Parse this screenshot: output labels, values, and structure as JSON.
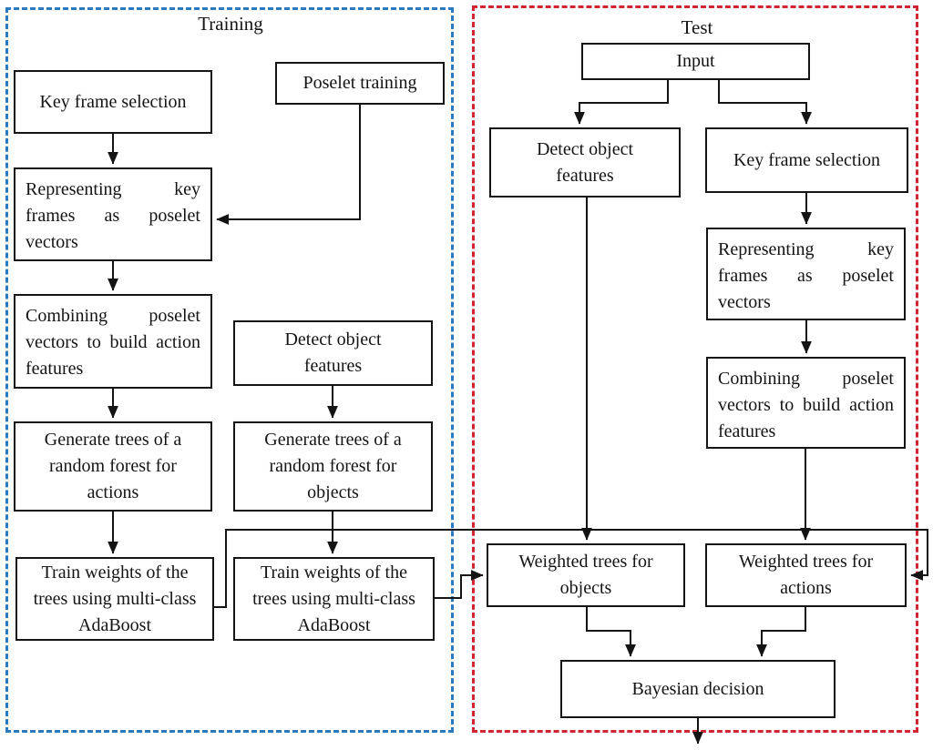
{
  "colors": {
    "training_border": "#2b7abf",
    "test_border": "#cf2631",
    "box_border": "#141414",
    "text": "#141414",
    "line": "#141414",
    "background": "#ffffff"
  },
  "panels": {
    "training": {
      "title": "Training"
    },
    "test": {
      "title": "Test"
    }
  },
  "nodes": {
    "training": {
      "key_frame_selection": "Key frame selection",
      "poselet_training": "Poselet training",
      "representing": "Representing key frames as poselet vectors",
      "combining": "Combining poselet vectors to build action features",
      "detect_object": "Detect object features",
      "generate_actions": "Generate trees of a random forest for actions",
      "generate_objects": "Generate trees of a random forest for objects",
      "train_weights_actions": "Train weights of the trees using multi-class AdaBoost",
      "train_weights_objects": "Train weights of the trees using multi-class AdaBoost"
    },
    "test": {
      "input": "Input",
      "detect_object": "Detect object features",
      "key_frame_selection": "Key frame selection",
      "representing": "Representing key frames as poselet vectors",
      "combining": "Combining poselet vectors to build action features",
      "weighted_trees_objects": "Weighted trees for objects",
      "weighted_trees_actions": "Weighted trees for actions",
      "bayesian_decision": "Bayesian decision"
    }
  }
}
